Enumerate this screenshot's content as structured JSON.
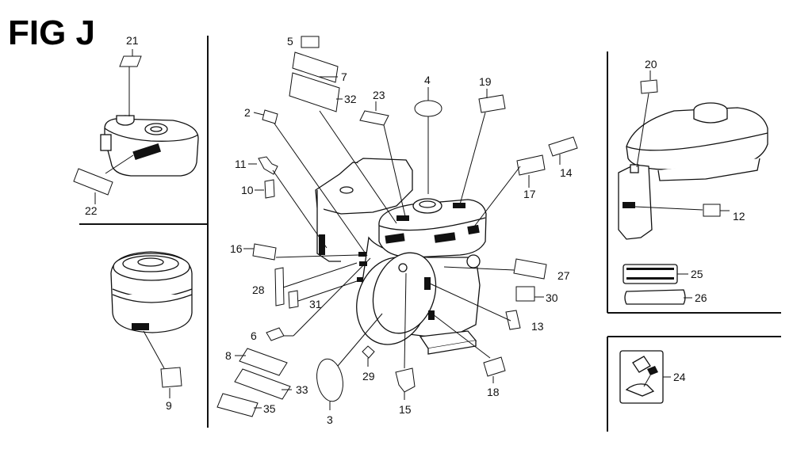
{
  "figure": {
    "title": "FIG J"
  },
  "callouts": {
    "c2": "2",
    "c3": "3",
    "c4": "4",
    "c5": "5",
    "c6": "6",
    "c7": "7",
    "c8": "8",
    "c9": "9",
    "c10": "10",
    "c11": "11",
    "c12": "12",
    "c13": "13",
    "c14": "14",
    "c15": "15",
    "c16": "16",
    "c17": "17",
    "c18": "18",
    "c19": "19",
    "c20": "20",
    "c21": "21",
    "c22": "22",
    "c23": "23",
    "c24": "24",
    "c25": "25",
    "c26": "26",
    "c27": "27",
    "c28": "28",
    "c29": "29",
    "c30": "30",
    "c31": "31",
    "c32": "32",
    "c33": "33",
    "c35": "35"
  }
}
